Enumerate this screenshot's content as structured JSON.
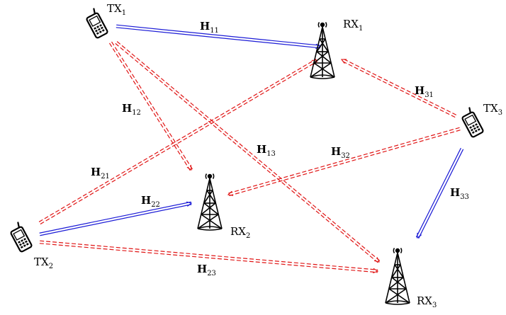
{
  "colors": {
    "direct_link": "#1a1ad6",
    "interference_link": "#e01414",
    "device": "#000000",
    "background": "#ffffff"
  },
  "icons": {
    "transmitter": "cellphone-icon",
    "receiver": "cell-tower-icon"
  },
  "nodes": {
    "tx1": {
      "base": "TX",
      "sub": "1"
    },
    "tx2": {
      "base": "TX",
      "sub": "2"
    },
    "tx3": {
      "base": "TX",
      "sub": "3"
    },
    "rx1": {
      "base": "RX",
      "sub": "1"
    },
    "rx2": {
      "base": "RX",
      "sub": "2"
    },
    "rx3": {
      "base": "RX",
      "sub": "3"
    }
  },
  "links": [
    {
      "id": "h11",
      "from": "tx1",
      "to": "rx1",
      "base": "H",
      "sub": "11",
      "style": "direct"
    },
    {
      "id": "h12",
      "from": "tx1",
      "to": "rx2",
      "base": "H",
      "sub": "12",
      "style": "interference"
    },
    {
      "id": "h13",
      "from": "tx1",
      "to": "rx3",
      "base": "H",
      "sub": "13",
      "style": "interference"
    },
    {
      "id": "h21",
      "from": "tx2",
      "to": "rx1",
      "base": "H",
      "sub": "21",
      "style": "interference"
    },
    {
      "id": "h22",
      "from": "tx2",
      "to": "rx2",
      "base": "H",
      "sub": "22",
      "style": "direct"
    },
    {
      "id": "h23",
      "from": "tx2",
      "to": "rx3",
      "base": "H",
      "sub": "23",
      "style": "interference"
    },
    {
      "id": "h31",
      "from": "tx3",
      "to": "rx1",
      "base": "H",
      "sub": "31",
      "style": "interference"
    },
    {
      "id": "h32",
      "from": "tx3",
      "to": "rx2",
      "base": "H",
      "sub": "32",
      "style": "interference"
    },
    {
      "id": "h33",
      "from": "tx3",
      "to": "rx3",
      "base": "H",
      "sub": "33",
      "style": "direct"
    }
  ]
}
